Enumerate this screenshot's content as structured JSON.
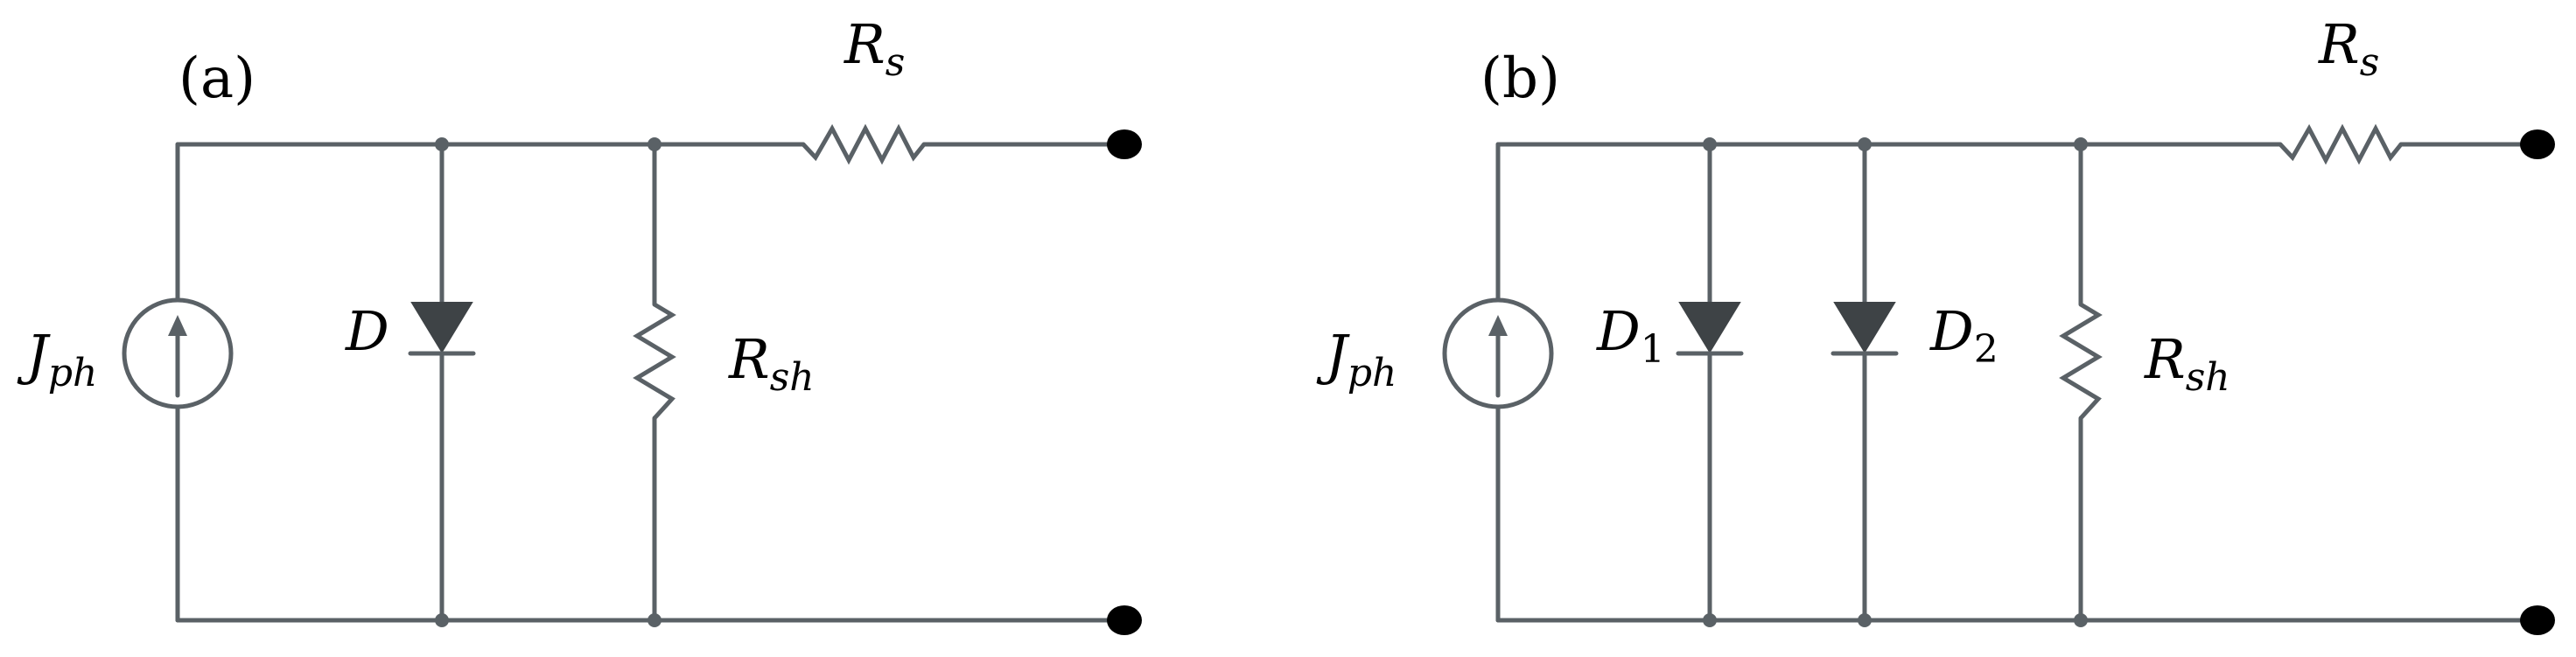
{
  "colors": {
    "wire": "#5a6166",
    "diode": "#3e4346",
    "terminal": "#000000",
    "background": "#ffffff"
  },
  "panel_a": {
    "label": "(a)",
    "source": {
      "main": "J",
      "sub": "ph"
    },
    "diode": {
      "main": "D",
      "sub": ""
    },
    "shunt": {
      "main": "R",
      "sub": "sh"
    },
    "series": {
      "main": "R",
      "sub": "s"
    }
  },
  "panel_b": {
    "label": "(b)",
    "source": {
      "main": "J",
      "sub": "ph"
    },
    "diode1": {
      "main": "D",
      "sub": "1"
    },
    "diode2": {
      "main": "D",
      "sub": "2"
    },
    "shunt": {
      "main": "R",
      "sub": "sh"
    },
    "series": {
      "main": "R",
      "sub": "s"
    }
  }
}
